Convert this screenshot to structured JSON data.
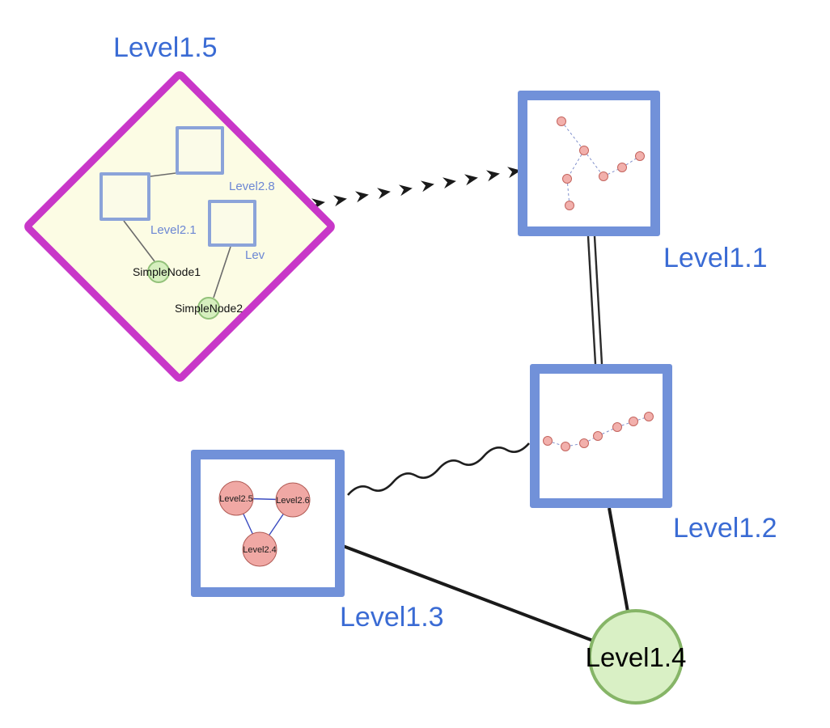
{
  "palette": {
    "label_blue": "#3a6bd4",
    "box_border_blue": "#7191d9",
    "diamond_magenta": "#c837c8",
    "diamond_fill": "#fcfce4",
    "green_node_fill": "#d9f0c5",
    "green_node_border": "#86b567",
    "pink_node_fill": "#f2b0ac",
    "pink_node_border": "#c4645e",
    "edge_black": "#1a1a1a"
  },
  "nodes": {
    "level15": {
      "label": "Level1.5",
      "type": "group-diamond"
    },
    "level11": {
      "label": "Level1.1",
      "type": "group-box"
    },
    "level12": {
      "label": "Level1.2",
      "type": "group-box"
    },
    "level13": {
      "label": "Level1.3",
      "type": "group-box"
    },
    "level14": {
      "label": "Level1.4",
      "type": "circle"
    },
    "level28": {
      "label": "Level2.8",
      "type": "square"
    },
    "level21": {
      "label": "Level2.1",
      "type": "square"
    },
    "lev": {
      "label": "Lev",
      "type": "square"
    },
    "simplenode1": {
      "label": "SimpleNode1",
      "type": "circle-small"
    },
    "simplenode2": {
      "label": "SimpleNode2",
      "type": "circle-small"
    },
    "level25": {
      "label": "Level2.5",
      "type": "circle-pink"
    },
    "level26": {
      "label": "Level2.6",
      "type": "circle-pink"
    },
    "level24": {
      "label": "Level2.4",
      "type": "circle-pink"
    }
  },
  "edges": [
    {
      "from": "Level1.5",
      "to": "Level1.1",
      "style": "thick-dashed-arrow"
    },
    {
      "from": "Level1.1",
      "to": "Level1.2",
      "style": "double-line"
    },
    {
      "from": "Level1.3",
      "to": "Level1.2",
      "style": "wavy"
    },
    {
      "from": "Level1.3",
      "to": "Level1.4",
      "style": "solid"
    },
    {
      "from": "Level1.2",
      "to": "Level1.4",
      "style": "solid"
    }
  ]
}
